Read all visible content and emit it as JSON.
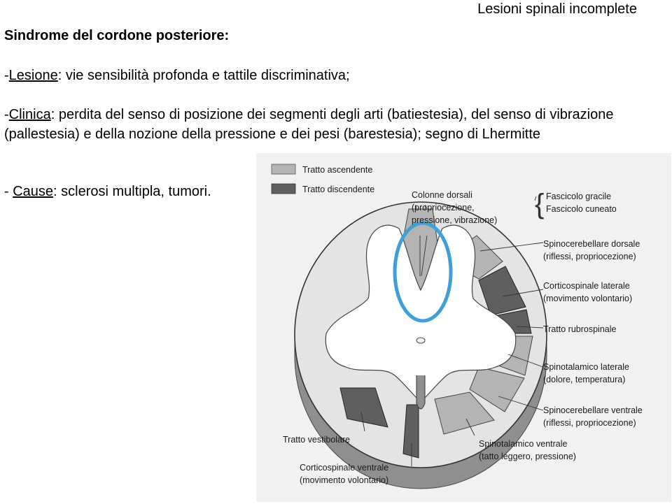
{
  "header": {
    "section_title": "Lesioni spinali incomplete"
  },
  "slide": {
    "title": "Sindrome del cordone posteriore:",
    "lesion": {
      "prefix": "-",
      "term": "Lesione",
      "text": ": vie sensibilità profonda e tattile discriminativa;"
    },
    "clinic": {
      "prefix": "-",
      "term": "Clinica",
      "text": ": perdita del senso di posizione dei segmenti degli arti (batiestesia), del senso di vibrazione (pallestesia) e della nozione della pressione e dei pesi (barestesia); segno di Lhermitte"
    },
    "causes": {
      "prefix": "- ",
      "term": "Cause",
      "text": ": sclerosi multipla, tumori."
    }
  },
  "figure": {
    "legend": {
      "ascending": "Tratto ascendente",
      "descending": "Tratto discendente"
    },
    "colors": {
      "ascending": "#b4b4b4",
      "descending": "#5f5f5f",
      "highlight": "#3f9fd6",
      "white_matter": "#e4e4e2",
      "gray_matter": "#ffffff",
      "background": "#f1f1ef"
    },
    "labels": {
      "dorsal_columns": [
        "Colonne dorsali",
        "(propriocezione,",
        "pressione, vibrazione)"
      ],
      "fasciculi": [
        "Fascicolo gracile",
        "Fascicolo cuneato"
      ],
      "dorsal_spinocerebellar": [
        "Spinocerebellare dorsale",
        "(riflessi, propriocezione)"
      ],
      "lateral_corticospinal": [
        "Corticospinale laterale",
        "(movimento volontario)"
      ],
      "rubrospinal": [
        "Tratto rubrospinale"
      ],
      "lateral_spinothalamic": [
        "Spinotalamico laterale",
        "(dolore, temperatura)"
      ],
      "ventral_spinocerebellar": [
        "Spinocerebellare ventrale",
        "(riflessi, propriocezione)"
      ],
      "vestibular": [
        "Tratto vestibolare"
      ],
      "ventral_spinothalamic": [
        "Spinotalamico ventrale",
        "(tatto leggero, pressione)"
      ],
      "ventral_corticospinal": [
        "Corticospinale ventrale",
        "(movimento volontario)"
      ]
    }
  }
}
